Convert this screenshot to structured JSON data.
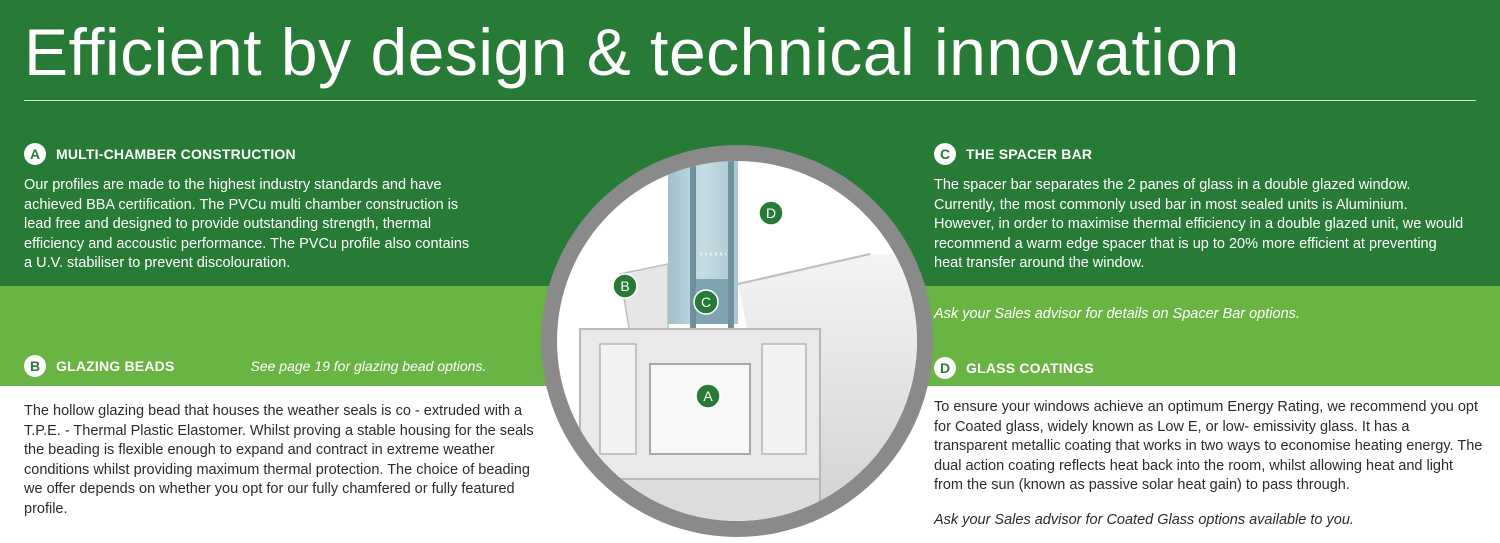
{
  "header": {
    "title": "Efficient by design & technical innovation"
  },
  "sections": {
    "a": {
      "letter": "A",
      "title": "MULTI-CHAMBER CONSTRUCTION",
      "body": "Our profiles are made to the highest industry standards and have achieved BBA certification. The PVCu multi chamber construction is lead free and designed to provide outstanding strength, thermal efficiency and accoustic performance. The PVCu profile also contains a U.V. stabiliser to prevent discolouration."
    },
    "b": {
      "letter": "B",
      "title": "GLAZING BEADS",
      "note": "See page 19 for glazing bead options.",
      "body": "The hollow glazing bead that houses the weather seals is co - extruded with a T.P.E. - Thermal Plastic Elastomer. Whilst proving a stable housing for the seals the beading is flexible enough to expand and contract in extreme weather conditions whilst providing maximum thermal protection. The choice of beading we offer depends on whether you opt for our fully chamfered or fully featured profile."
    },
    "c": {
      "letter": "C",
      "title": "THE SPACER BAR",
      "body": "The spacer bar separates the 2 panes of glass in a double glazed window. Currently, the most commonly used bar in most sealed units is Aluminium. However, in order to maximise thermal efficiency in a double glazed unit, we would recommend a warm edge spacer that is up to 20% more efficient at preventing heat transfer around the window.",
      "note": "Ask your Sales advisor for details on Spacer Bar options."
    },
    "d": {
      "letter": "D",
      "title": "GLASS COATINGS",
      "body": "To ensure your windows achieve an optimum Energy Rating, we recommend you opt for Coated glass, widely known as Low E, or low- emissivity glass. It has a transparent metallic coating that works in two ways to economise heating energy. The dual action coating reflects heat back into the room, whilst allowing heat and light from the sun (known as passive solar heat gain) to pass through.",
      "note": "Ask your Sales advisor for Coated Glass options available to you."
    }
  },
  "diagram": {
    "labels": {
      "a": "A",
      "b": "B",
      "c": "C",
      "d": "D"
    }
  },
  "colors": {
    "dark_green": "#287a37",
    "light_green": "#6ab443",
    "white": "#ffffff",
    "ring_grey": "#8a8a8a"
  }
}
